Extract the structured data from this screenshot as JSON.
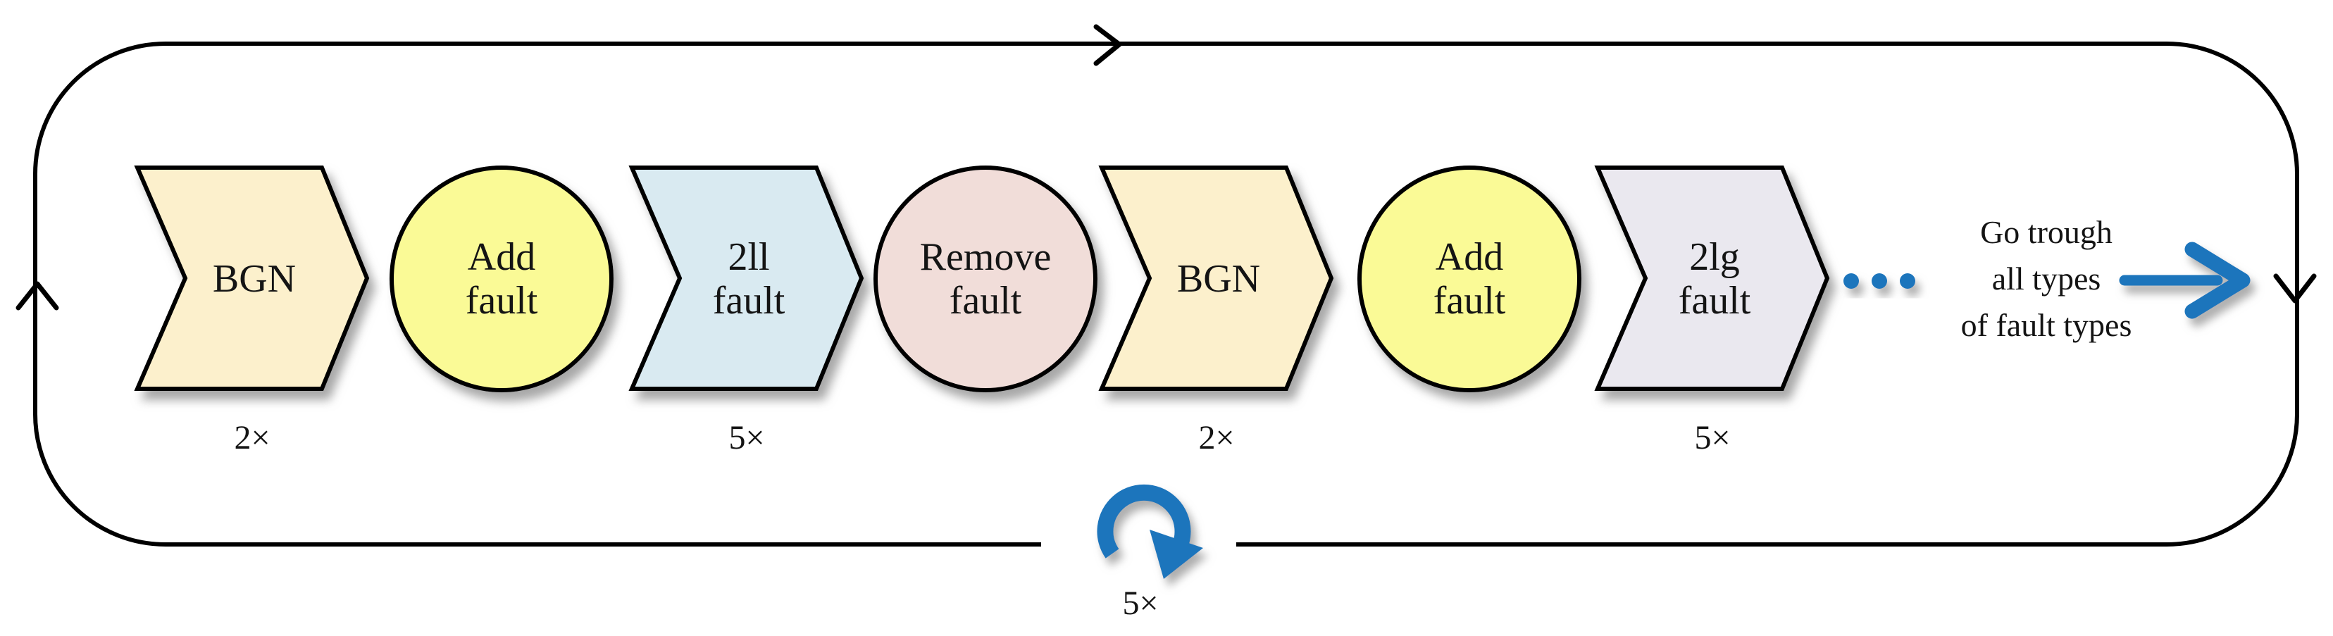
{
  "diagram": {
    "shapes": [
      {
        "type": "chevron",
        "label": "BGN",
        "count": "2×",
        "fill": "#FCF0CC"
      },
      {
        "type": "circle",
        "label": "Add\nfault",
        "fill": "#FAFA96"
      },
      {
        "type": "chevron",
        "label": "2ll\nfault",
        "count": "5×",
        "fill": "#D9EAF1"
      },
      {
        "type": "circle",
        "label": "Remove\nfault",
        "fill": "#F1DDD9"
      },
      {
        "type": "chevron",
        "label": "BGN",
        "count": "2×",
        "fill": "#FCF0CC"
      },
      {
        "type": "circle",
        "label": "Add\nfault",
        "fill": "#FAFA96"
      },
      {
        "type": "chevron",
        "label": "2lg\nfault",
        "count": "5×",
        "fill": "#EAE8EF"
      }
    ],
    "annotation": {
      "text": "Go trough\nall types\nof fault types"
    },
    "loop": {
      "label": "5×"
    },
    "icons": [
      "ellipsis-dots",
      "continue-arrow",
      "repeat-loop",
      "flow-arrowheads"
    ],
    "colors": {
      "accent_blue": "#1B75BC",
      "chevron_tan": "#FCF0CC",
      "circle_yellow": "#FAFA96",
      "chevron_blue": "#D9EAF1",
      "circle_pink": "#F1DDD9",
      "chevron_lavender": "#EAE8EF",
      "outline": "#000000"
    }
  }
}
